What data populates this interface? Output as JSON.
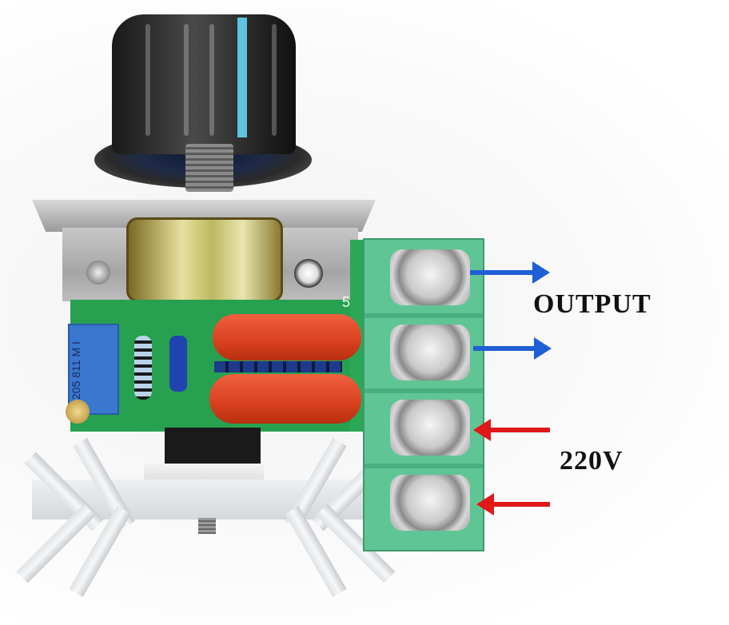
{
  "image": {
    "subject": "AC voltage regulator / dimmer module with knob, SCR and terminal block",
    "background_color": "#ffffff"
  },
  "annotations": {
    "output_label": "OUTPUT",
    "input_label": "220V",
    "output_arrows": [
      {
        "direction": "right",
        "color": "#1f5fd6"
      },
      {
        "direction": "right",
        "color": "#1f5fd6"
      }
    ],
    "input_arrows": [
      {
        "direction": "left",
        "color": "#e01818"
      },
      {
        "direction": "left",
        "color": "#e01818"
      }
    ]
  },
  "components": {
    "knob": {
      "color": "#1e1e1e",
      "stripe_color": "#5ec3dc"
    },
    "trimmer_marking": "205 811 M I",
    "resistor_marking": "",
    "pcb_marking": "5",
    "capacitors": {
      "count": 2,
      "color": "#d84020"
    },
    "terminal_block": {
      "positions": 4,
      "color": "#5fc595"
    }
  }
}
